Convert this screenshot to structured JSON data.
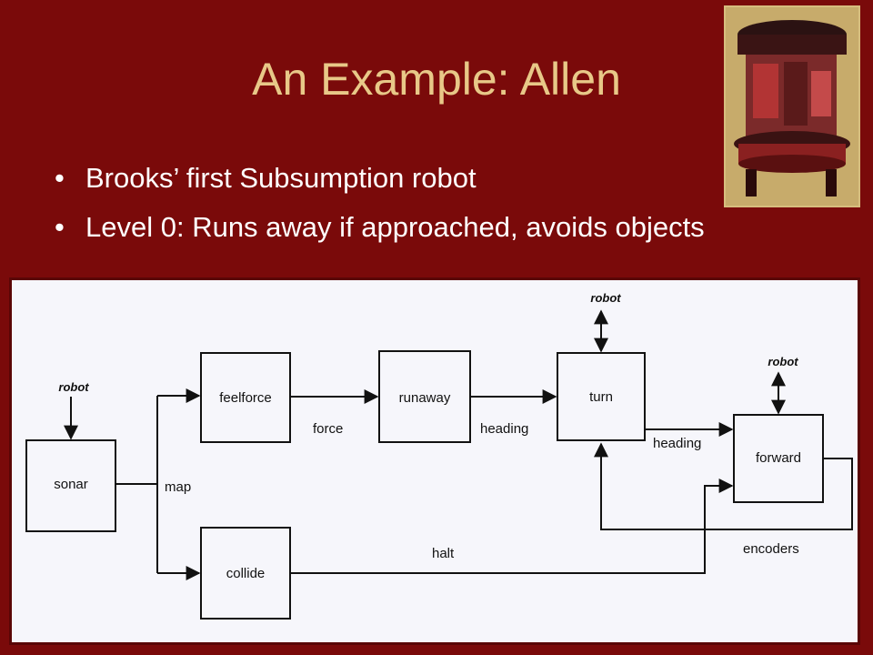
{
  "slide": {
    "title": "An Example: Allen",
    "bullets": [
      "Brooks’ first Subsumption robot",
      "Level 0: Runs away if approached, avoids objects"
    ]
  },
  "diagram": {
    "modules": {
      "sonar": "sonar",
      "feelforce": "feelforce",
      "runaway": "runaway",
      "turn": "turn",
      "forward": "forward",
      "collide": "collide"
    },
    "edges": {
      "map": "map",
      "force": "force",
      "heading1": "heading",
      "heading2": "heading",
      "halt": "halt",
      "encoders": "encoders"
    },
    "externals": {
      "robot_sonar": "robot",
      "robot_turn": "robot",
      "robot_forward": "robot"
    }
  }
}
